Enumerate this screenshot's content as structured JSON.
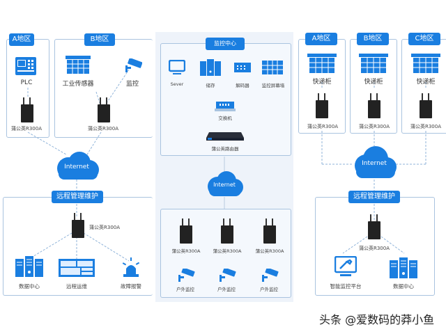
{
  "left": {
    "zone_a": {
      "tag": "A地区",
      "device": "PLC",
      "router": "蒲公英R300A"
    },
    "zone_b": {
      "tag": "B地区",
      "device1": "工业传感器",
      "device2": "监控",
      "router": "蒲公英R300A"
    },
    "cloud": "Internet",
    "remote": {
      "tag": "远程管理维护",
      "router": "蒲公英R300A",
      "items": [
        "数据中心",
        "远程运维",
        "故障报警"
      ]
    }
  },
  "center": {
    "monitor": {
      "tag": "监控中心",
      "items": [
        "Sever",
        "储存",
        "解码器",
        "监控屏幕墙"
      ],
      "switch": "交换机",
      "router": "蒲公英路由器"
    },
    "cloud": "Internet",
    "routers": [
      "蒲公英R300A",
      "蒲公英R300A",
      "蒲公英R300A"
    ],
    "cameras": [
      "户外监控",
      "户外监控",
      "户外监控"
    ]
  },
  "right": {
    "zones": [
      {
        "tag": "A地区",
        "device": "快递柜",
        "router": "蒲公英R300A"
      },
      {
        "tag": "B地区",
        "device": "快递柜",
        "router": "蒲公英R300A"
      },
      {
        "tag": "C地区",
        "device": "快递柜",
        "router": "蒲公英R300A"
      }
    ],
    "cloud": "Internet",
    "remote": {
      "tag": "远程管理维护",
      "router": "蒲公英R300A",
      "items": [
        "智能监控平台",
        "数据中心"
      ]
    }
  },
  "watermark": "头条 @爱数码的莽小鱼",
  "colors": {
    "accent": "#1a7ee0",
    "border": "#a9c3df",
    "router": "#222222"
  }
}
